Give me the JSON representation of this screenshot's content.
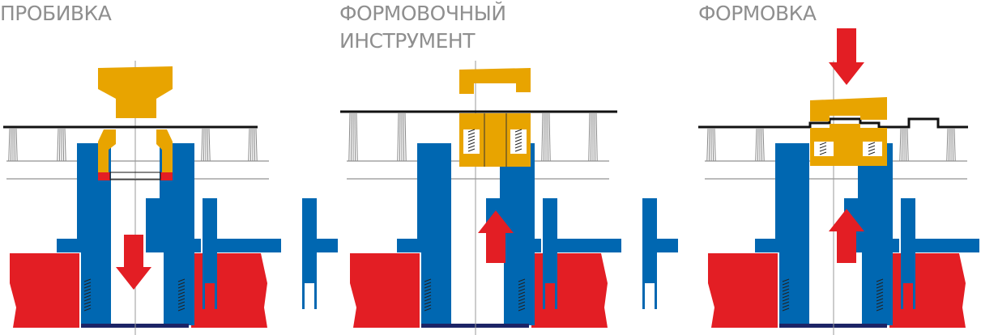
{
  "panels": [
    {
      "title_lines": [
        "ПРОБИВКА"
      ],
      "arrow": "down-low"
    },
    {
      "title_lines": [
        "ФОРМОВОЧНЫЙ",
        "ИНСТРУМЕНТ"
      ],
      "arrow": "up"
    },
    {
      "title_lines": [
        "ФОРМОВКА"
      ],
      "arrow": "down-top-and-up"
    }
  ],
  "colors": {
    "blue": "#0067b1",
    "red": "#e31e24",
    "orange": "#e8a400",
    "text": "#8f8f8f",
    "navy": "#1c2466"
  }
}
